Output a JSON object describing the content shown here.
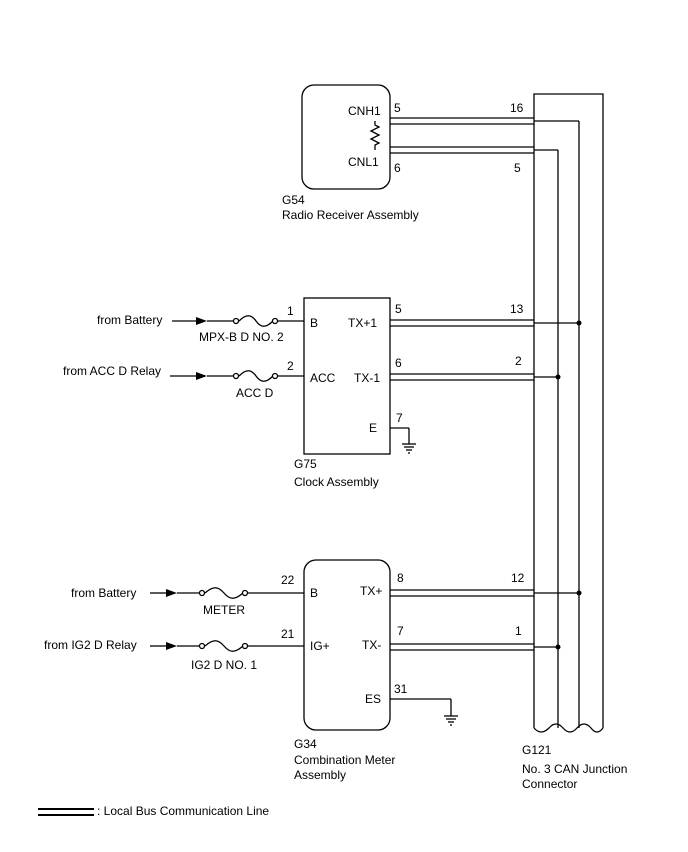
{
  "radio": {
    "pin_cnh1_name": "CNH1",
    "pin_cnl1_name": "CNL1",
    "pin_cnh1_no": "5",
    "pin_cnl1_no": "6",
    "code": "G54",
    "name": "Radio Receiver Assembly"
  },
  "clock": {
    "pin_b_name": "B",
    "pin_acc_name": "ACC",
    "pin_txp_name": "TX+1",
    "pin_txm_name": "TX-1",
    "pin_e_name": "E",
    "pin_b_no": "1",
    "pin_acc_no": "2",
    "pin_txp_no": "5",
    "pin_txm_no": "6",
    "pin_e_no": "7",
    "code": "G75",
    "name": "Clock Assembly",
    "source_b": "from Battery",
    "source_acc": "from ACC D Relay",
    "fuse_b": "MPX-B D NO. 2",
    "fuse_acc": "ACC D"
  },
  "meter": {
    "pin_b_name": "B",
    "pin_ig_name": "IG+",
    "pin_txp_name": "TX+",
    "pin_txm_name": "TX-",
    "pin_es_name": "ES",
    "pin_b_no": "22",
    "pin_ig_no": "21",
    "pin_txp_no": "8",
    "pin_txm_no": "7",
    "pin_es_no": "31",
    "code": "G34",
    "name_line1": "Combination Meter",
    "name_line2": "Assembly",
    "source_b": "from Battery",
    "source_ig": "from IG2 D Relay",
    "fuse_b": "METER",
    "fuse_ig": "IG2 D NO. 1"
  },
  "junction": {
    "pins": [
      "16",
      "5",
      "13",
      "2",
      "12",
      "1"
    ],
    "code": "G121",
    "name_line1": "No. 3 CAN Junction",
    "name_line2": "Connector"
  },
  "legend": {
    "label": ": Local Bus Communication Line"
  }
}
